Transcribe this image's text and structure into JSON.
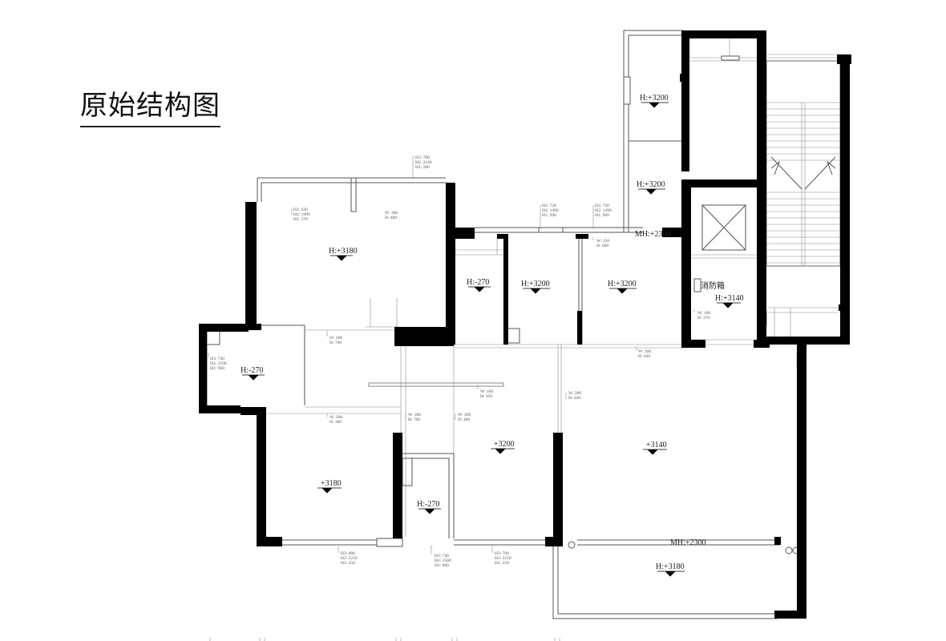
{
  "title": "原始结构图",
  "elevation_labels": {
    "e01": "H:+3180",
    "e02": "H:+3200",
    "e03": "H:+3200",
    "e04": "H:-270",
    "e05": "H:+3200",
    "e06": "H:+3200",
    "e07": "H:-270",
    "e08": "H:+3140",
    "e09": "+3200",
    "e10": "+3140",
    "e11": "+3180",
    "e12": "H:-270",
    "e13": "H:+3180",
    "e14": "MH:+2300",
    "e15": "MH:+2300"
  },
  "annotations": {
    "a01": [
      "H3: 700",
      "H2: 2240",
      "H1: 280"
    ],
    "a02": [
      "H3: 630",
      "H2: 1980",
      "H1: 570"
    ],
    "a03": [
      "W: 300",
      "H: 480"
    ],
    "a04": [
      "H3: 720",
      "H2: 1490",
      "H1: 990"
    ],
    "a05": [
      "H3: 720",
      "H2: 1490",
      "H1: 990"
    ],
    "a06": [
      "W: 120",
      "H: 660"
    ],
    "a07": [
      "W: 200",
      "H: 700"
    ],
    "a08": [
      "H3: 740",
      "H2: 1500",
      "H1: 960"
    ],
    "a09": [
      "W: 200",
      "H: 620"
    ],
    "a10": [
      "W: 100",
      "H: 950"
    ],
    "a11": [
      "W: 200",
      "H: 630"
    ],
    "a12": [
      "W: 200",
      "H: 380"
    ],
    "a13": [
      "W: 300",
      "H: 700"
    ],
    "a14": [
      "W: 200",
      "H: 480"
    ],
    "a15": [
      "W: 100",
      "H: 370"
    ],
    "a16": [
      "H3: 880",
      "H2: 2250",
      "H1: 250"
    ],
    "a17": [
      "H3: 740",
      "H2: 1500",
      "H1: 960"
    ],
    "a18": [
      "H3: 700",
      "H2: 2250",
      "H1: 250"
    ]
  },
  "fire_box_label": "消防箱"
}
